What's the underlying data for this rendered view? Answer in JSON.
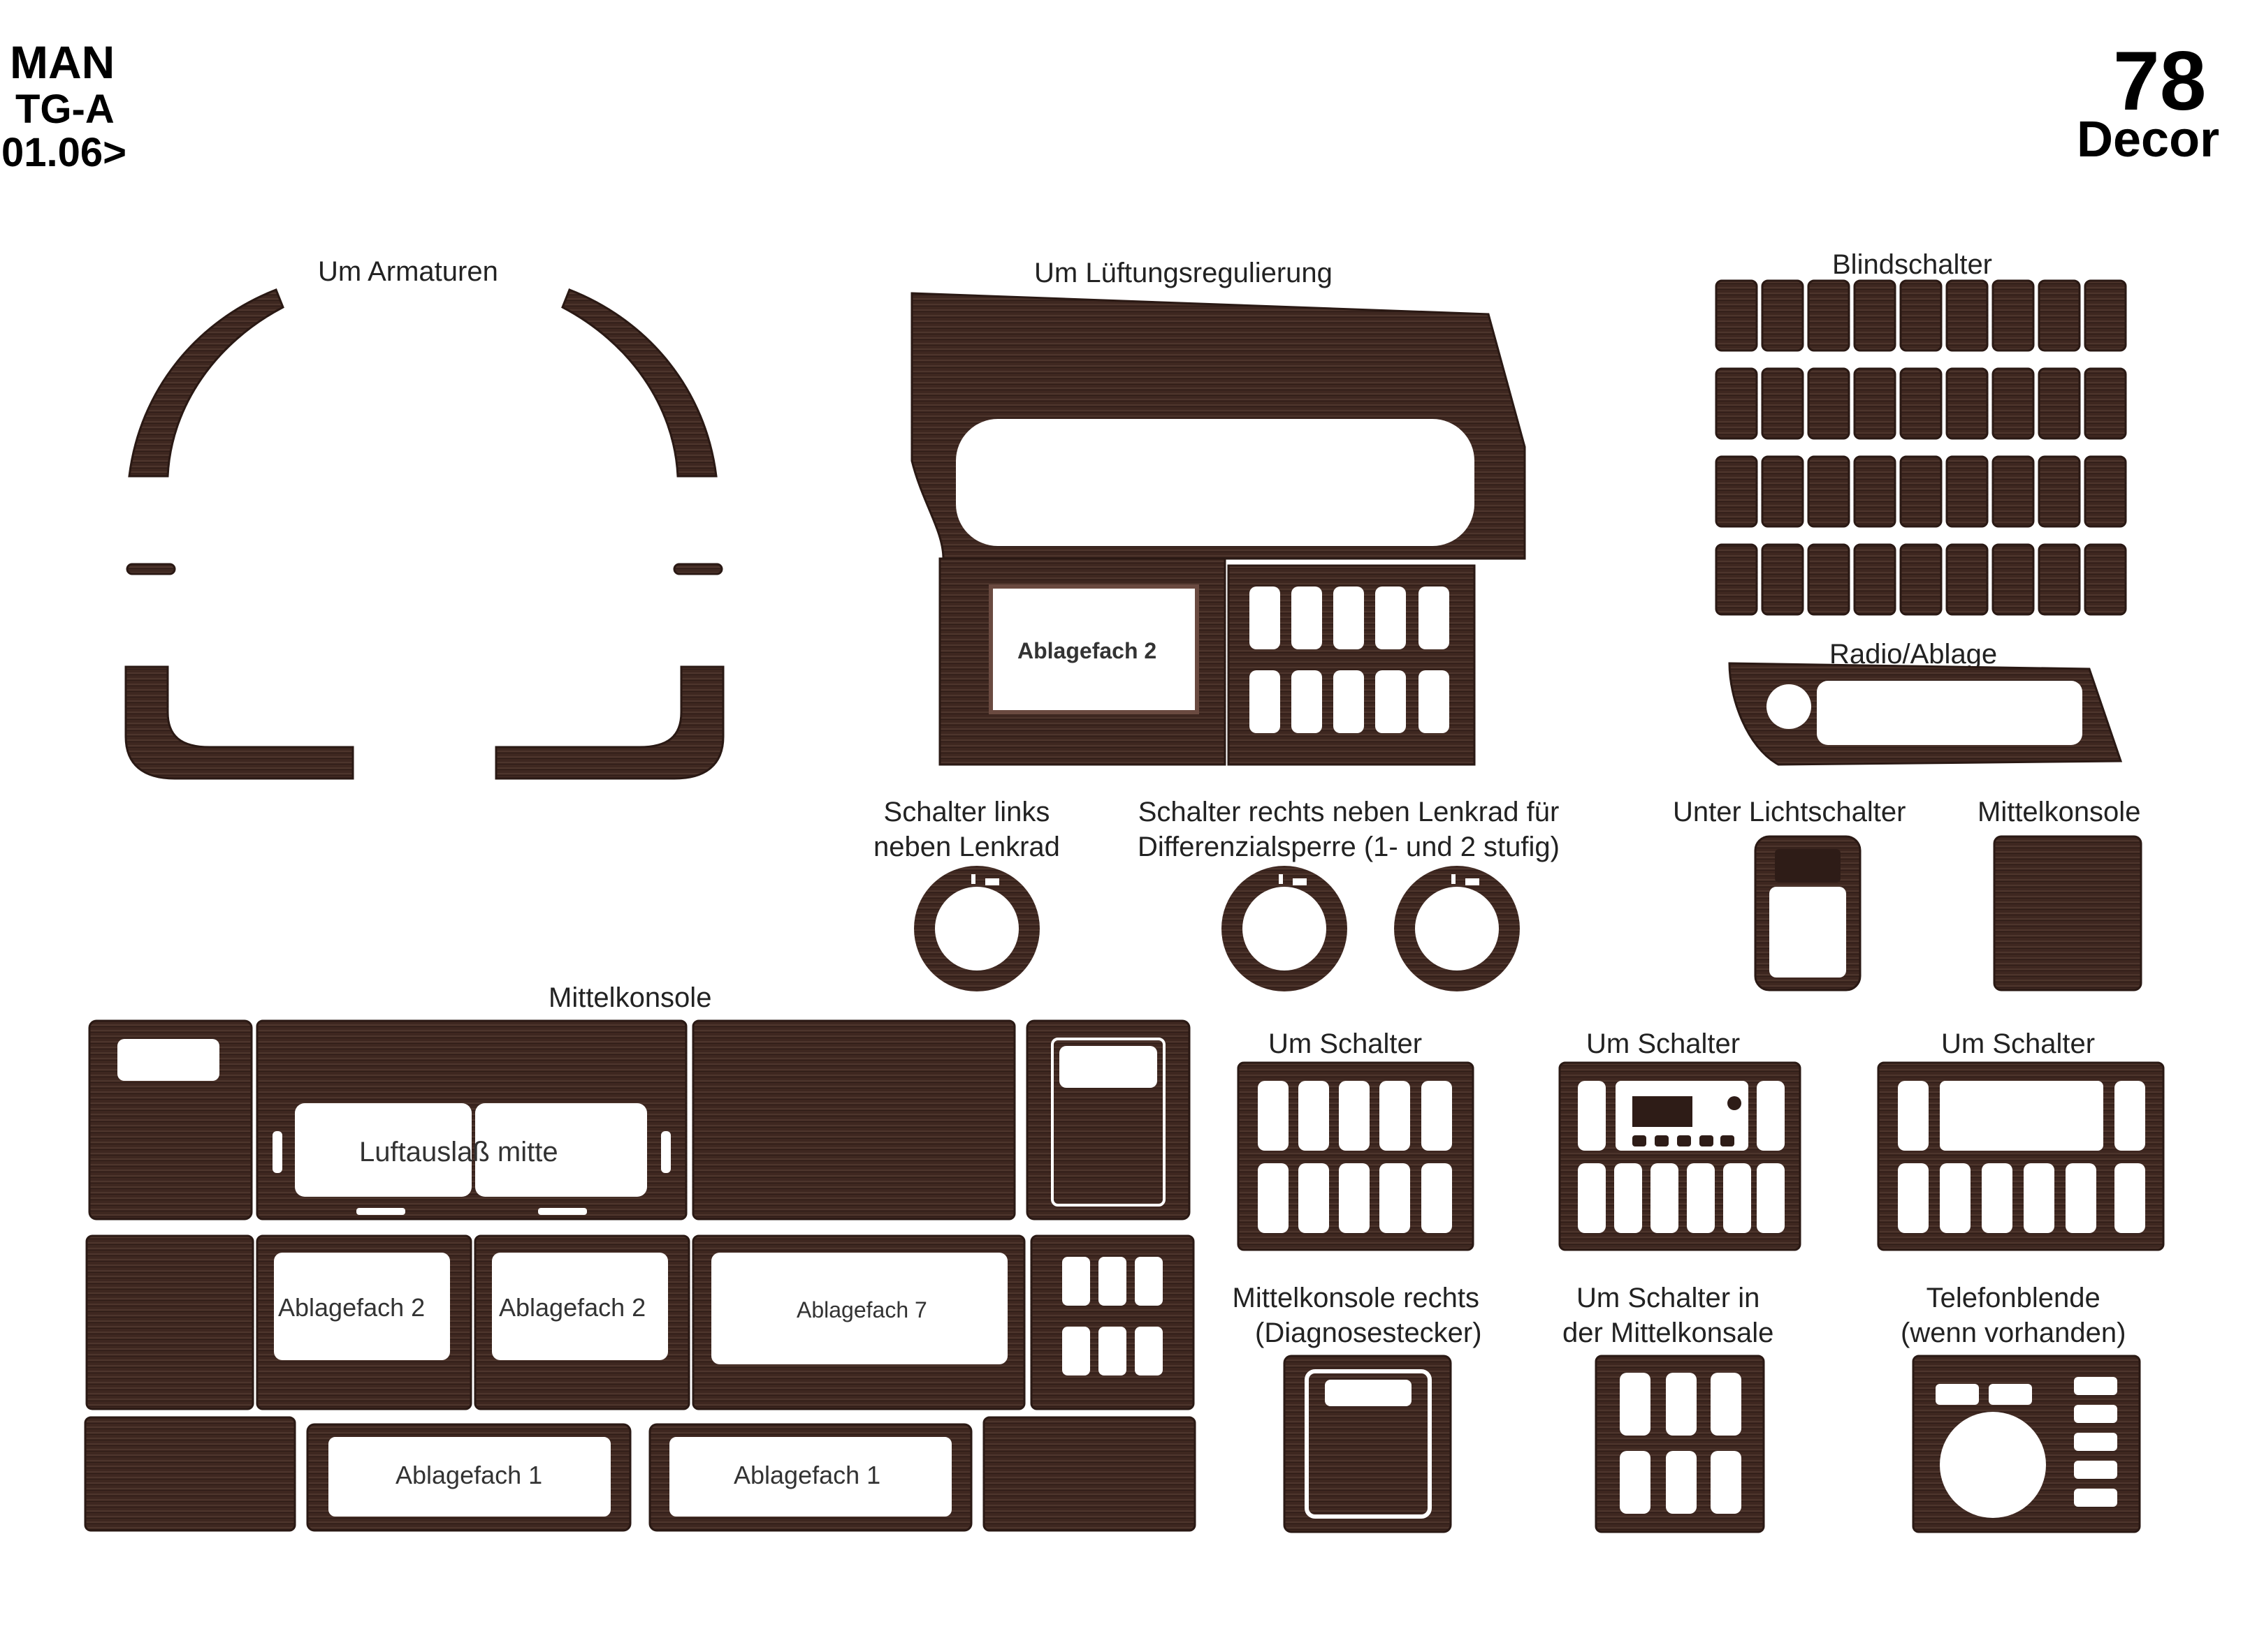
{
  "header": {
    "brand": "MAN",
    "model": "TG-A",
    "date": "01.06>",
    "number": "78",
    "decor": "Decor"
  },
  "labels": {
    "um_armaturen": "Um Armaturen",
    "um_lueftung": "Um Lüftungsregulierung",
    "blindschalter": "Blindschalter",
    "radio_ablage": "Radio/Ablage",
    "schalter_links_1": "Schalter links",
    "schalter_links_2": "neben Lenkrad",
    "schalter_rechts_1": "Schalter rechts neben Lenkrad für",
    "schalter_rechts_2": "Differenzialsperre (1- und 2 stufig)",
    "unter_lichtschalter": "Unter Lichtschalter",
    "mittelkonsole_small": "Mittelkonsole",
    "mittelkonsole_big": "Mittelkonsole",
    "um_schalter_1": "Um Schalter",
    "um_schalter_2": "Um Schalter",
    "um_schalter_3": "Um Schalter",
    "mk_rechts_1": "Mittelkonsole rechts",
    "mk_rechts_2": "(Diagnosestecker)",
    "um_schalter_mk_1": "Um Schalter in",
    "um_schalter_mk_2": "der Mittelkonsale",
    "telefon_1": "Telefonblende",
    "telefon_2": "(wenn vorhanden)"
  },
  "inner_labels": {
    "ablagefach_2_top": "Ablagefach 2",
    "luftauslass": "Luftauslaß mitte",
    "ablagefach_2_a": "Ablagefach 2",
    "ablagefach_2_b": "Ablagefach 2",
    "ablagefach_7": "Ablagefach 7",
    "ablagefach_1_a": "Ablagefach 1",
    "ablagefach_1_b": "Ablagefach 1"
  }
}
